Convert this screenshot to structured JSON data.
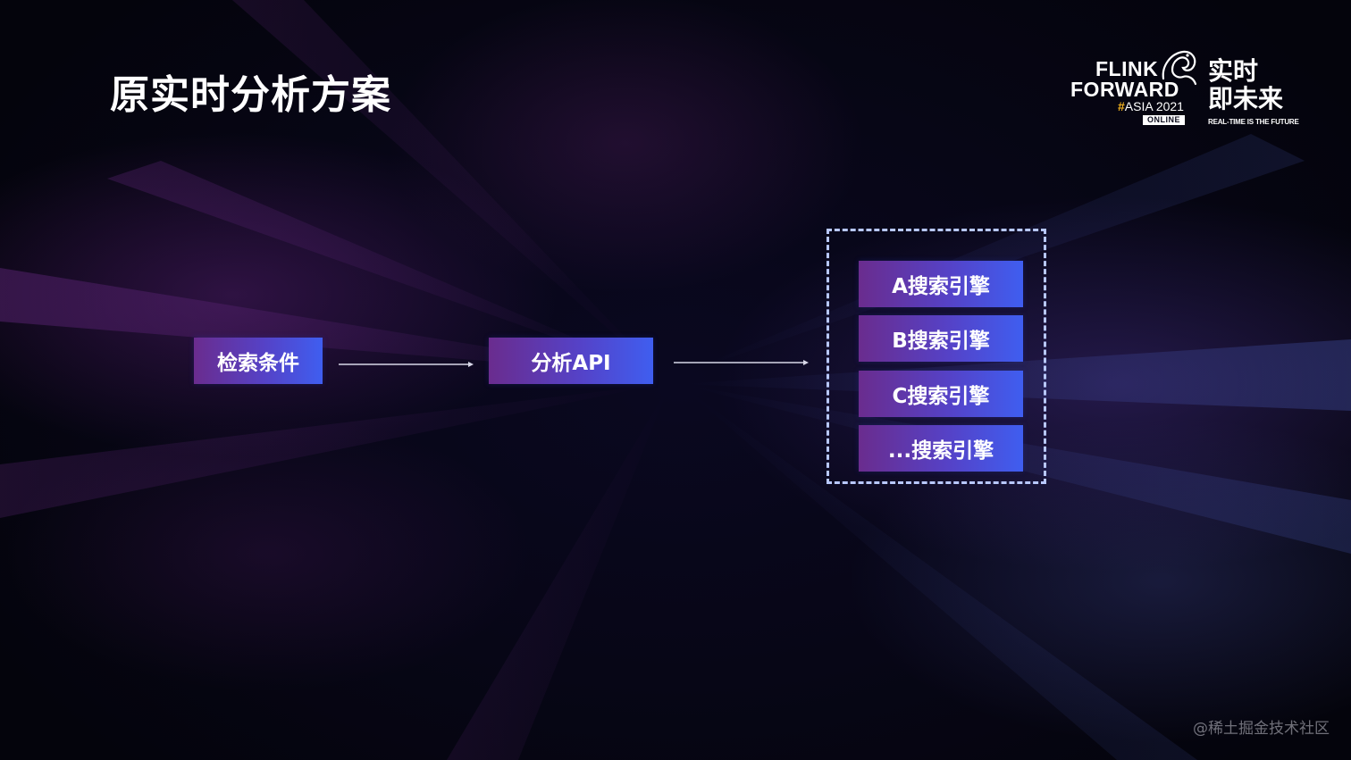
{
  "slide": {
    "title": "原实时分析方案"
  },
  "logo": {
    "flink": "FLINK",
    "forward": "FORWARD",
    "hash": "#",
    "asia": "ASIA 2021",
    "online": "ONLINE",
    "slogan_cn_1": "实时",
    "slogan_cn_2": "即未来",
    "slogan_en": "REAL-TIME IS THE FUTURE"
  },
  "diagram": {
    "query_node": "检索条件",
    "api_node": "分析API",
    "engines": [
      "A搜索引擎",
      "B搜索引擎",
      "C搜索引擎",
      "...搜索引擎"
    ]
  },
  "watermark": "@稀土掘金技术社区",
  "colors": {
    "node_gradient_start": "#6a2c8e",
    "node_gradient_end": "#3f5ef0",
    "dashed_border": "#b8c8ff",
    "background": "#070616",
    "logo_accent": "#f3b21e"
  }
}
